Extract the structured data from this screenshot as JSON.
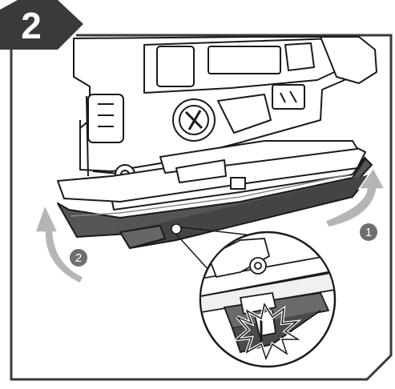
{
  "step": {
    "number": "2"
  },
  "arrows": [
    {
      "number": "1",
      "direction": "up"
    },
    {
      "number": "2",
      "direction": "up"
    }
  ],
  "colors": {
    "frame": "#3a3a3a",
    "badge": "#6e6e6e",
    "arrow": "#b5b5b5",
    "blade_guard": "#555555"
  }
}
